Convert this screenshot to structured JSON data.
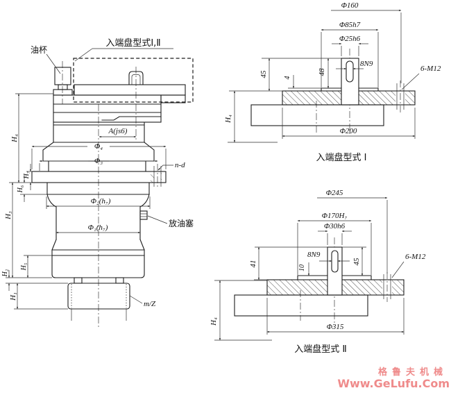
{
  "colors": {
    "line": "#1c1c1c",
    "watermark": "#ef8b8b"
  },
  "main_view": {
    "oil_cup_label": "油杯",
    "input_flange_note": "入端盘型式Ⅰ,Ⅱ",
    "center_distance": "A(js6)",
    "dia4": "Φ₄",
    "dia3": "Φ₃",
    "dia2": "Φ₂(h₇)",
    "dia1": "Φ₁(h₇)",
    "bolt_holes": "n-d",
    "drain_plug_label": "放油塞",
    "gear_spec": "m/Z",
    "heights": {
      "h1": "H₁",
      "h2": "H₂",
      "h3": "H₃",
      "h4": "H₄",
      "h5": "H₅",
      "h6": "H₆",
      "h7": "H₇"
    }
  },
  "flange_type1": {
    "caption": "入端盘型式 Ⅰ",
    "bolt_circle": "Φ160",
    "spigot_dia": "Φ85h7",
    "shaft_dia": "Φ25h6",
    "keyway": "8N9",
    "bolt_spec": "6-M12",
    "dim_45": "45",
    "dim_4": "4",
    "dim_48": "48",
    "outer_dia": "Φ200",
    "height": "H₄"
  },
  "flange_type2": {
    "caption": "入端盘型式 Ⅱ",
    "bolt_circle": "Φ245",
    "spigot_dia": "Φ170H₇",
    "shaft_dia": "Φ30h6",
    "keyway": "8N9",
    "bolt_spec": "6-M12",
    "dim_41": "41",
    "dim_10": "10",
    "dim_45": "45",
    "outer_dia": "Φ315",
    "height": "H₄"
  },
  "watermark": {
    "brand": "格鲁夫机械",
    "url": "Www.GeLufu.Com"
  }
}
